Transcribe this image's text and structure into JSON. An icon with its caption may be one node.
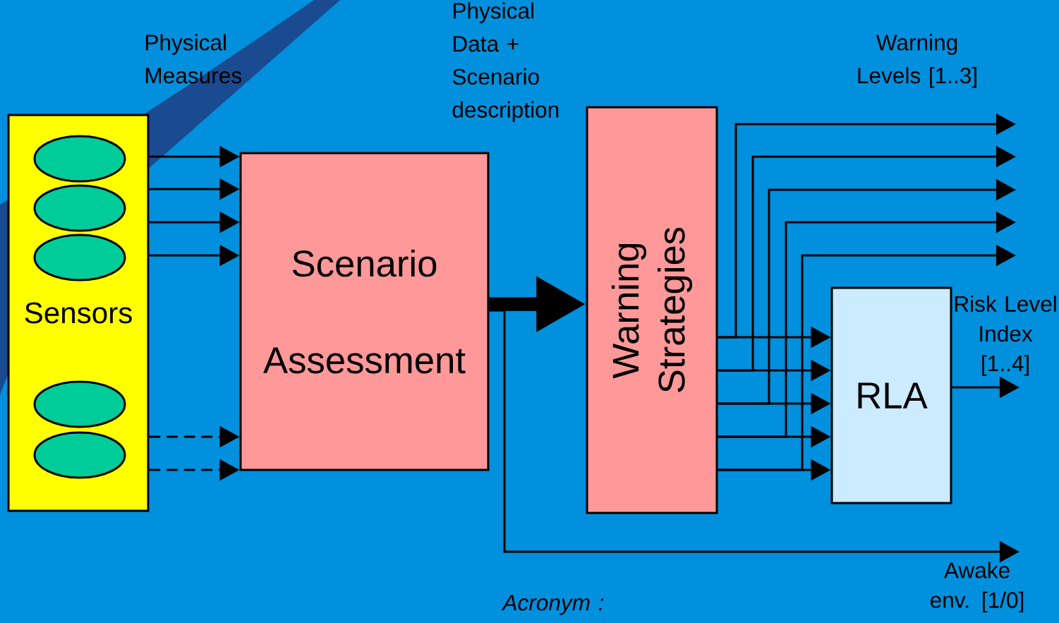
{
  "diagram": {
    "nodes": [
      {
        "text": [
          "Sensors"
        ]
      },
      {
        "text": [],
        "shape": "ellipse",
        "in": 0
      },
      {
        "text": [],
        "shape": "ellipse",
        "in": 0
      },
      {
        "text": [],
        "shape": "ellipse",
        "in": 0
      },
      {
        "text": [],
        "shape": "ellipse",
        "in": 0
      },
      {
        "text": [],
        "shape": "ellipse",
        "in": 0
      },
      {
        "text": [
          "Scenario Assessment"
        ]
      },
      {
        "text": [
          "Warning Strategies"
        ]
      },
      {
        "text": [
          "RLA"
        ]
      },
      {
        "text": [
          "Awake env. [1/0]"
        ]
      },
      {
        "text": [
          "Risk Level Index [1..4]"
        ]
      }
    ],
    "edges": [
      {
        "from": 0,
        "to": 6,
        "arrow": "to"
      },
      {
        "from": 0,
        "to": 6,
        "arrow": "to"
      },
      {
        "from": 0,
        "to": 6,
        "arrow": "to"
      },
      {
        "from": 0,
        "to": 6,
        "arrow": "to"
      },
      {
        "from": 0,
        "to": 6,
        "arrow": "to",
        "style": "dashed"
      },
      {
        "from": 0,
        "to": 6,
        "arrow": "to",
        "style": "dashed"
      },
      {
        "from": 6,
        "to": 7,
        "arrow": "to",
        "style": "thick"
      },
      {
        "from": 6,
        "to": 9,
        "arrow": "to"
      },
      {
        "from": 7,
        "to": 8,
        "arrow": "to"
      },
      {
        "from": 7,
        "to": 8,
        "arrow": "to"
      },
      {
        "from": 7,
        "to": 8,
        "arrow": "to"
      },
      {
        "from": 7,
        "to": 8,
        "arrow": "to"
      },
      {
        "from": 7,
        "to": 8,
        "arrow": "to"
      },
      {
        "from": 7,
        "to": null,
        "arrow": "to"
      },
      {
        "from": 7,
        "to": null,
        "arrow": "to"
      },
      {
        "from": 7,
        "to": null,
        "arrow": "to"
      },
      {
        "from": 7,
        "to": null,
        "arrow": "to"
      },
      {
        "from": 7,
        "to": null,
        "arrow": "to"
      },
      {
        "from": 8,
        "to": 10,
        "arrow": "to"
      }
    ],
    "labels": [
      "Physical Measures",
      "Physical Data + Scenario description",
      "Warning Levels [1..3]",
      "Acronym :"
    ]
  }
}
